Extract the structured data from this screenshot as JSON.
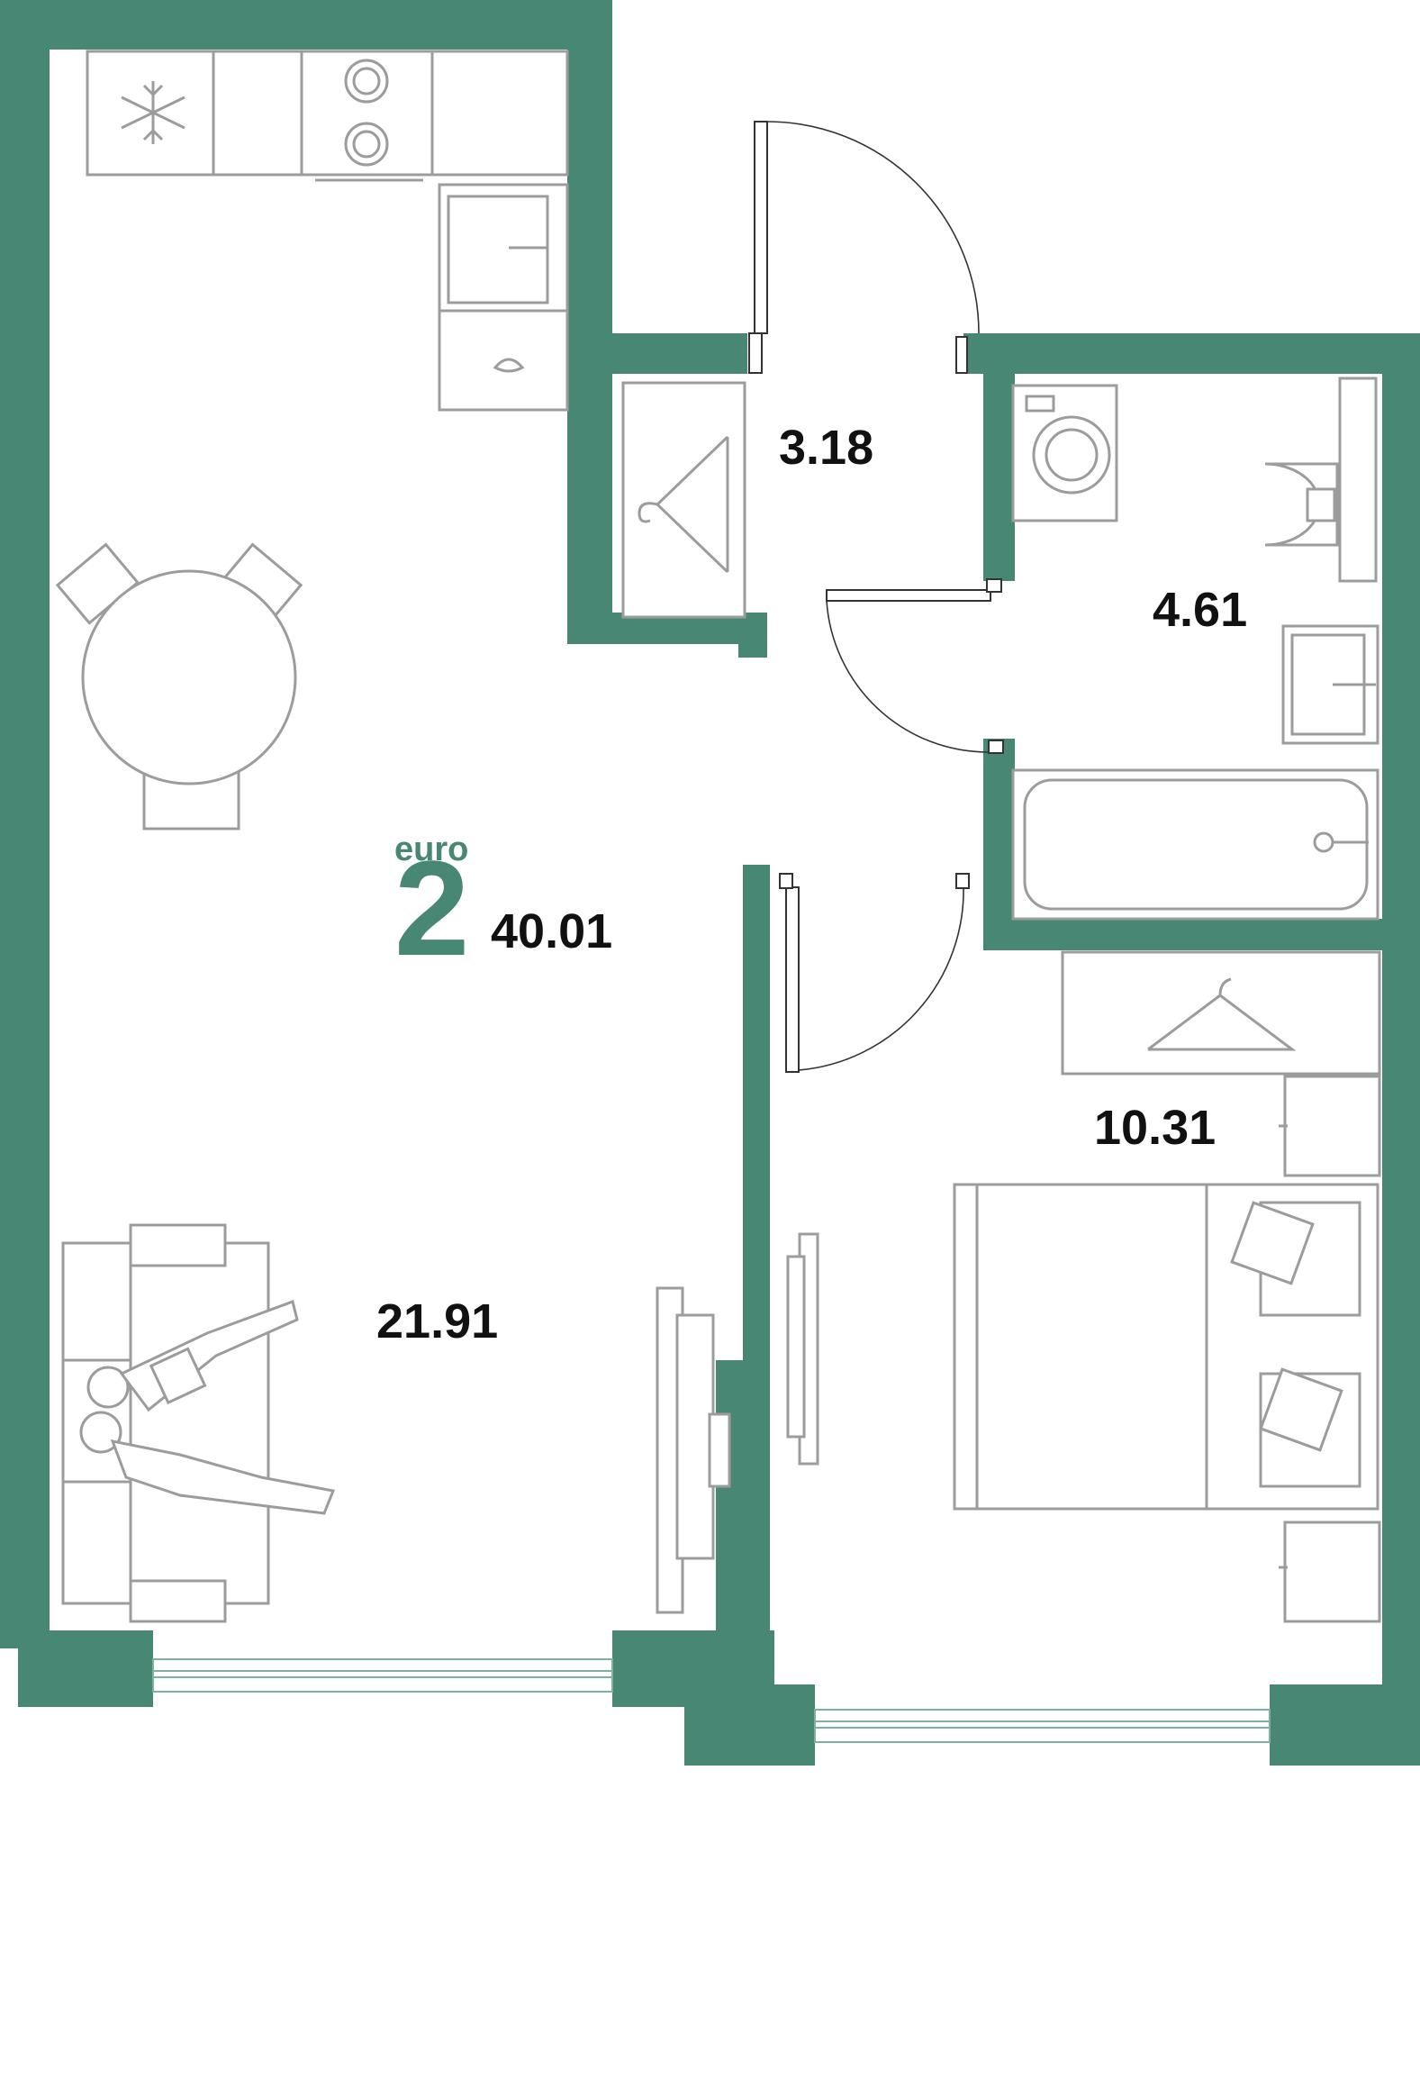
{
  "plan": {
    "layout_type_prefix": "euro",
    "room_count": "2",
    "total_area": "40.01",
    "rooms": {
      "kitchen_living": "21.91",
      "hallway": "3.18",
      "bathroom": "4.61",
      "bedroom": "10.31"
    },
    "colors": {
      "wall": "#478773",
      "furniture_stroke": "#9c9c9c",
      "window_stroke": "#7fb1a1",
      "door_stroke": "#333333"
    }
  }
}
